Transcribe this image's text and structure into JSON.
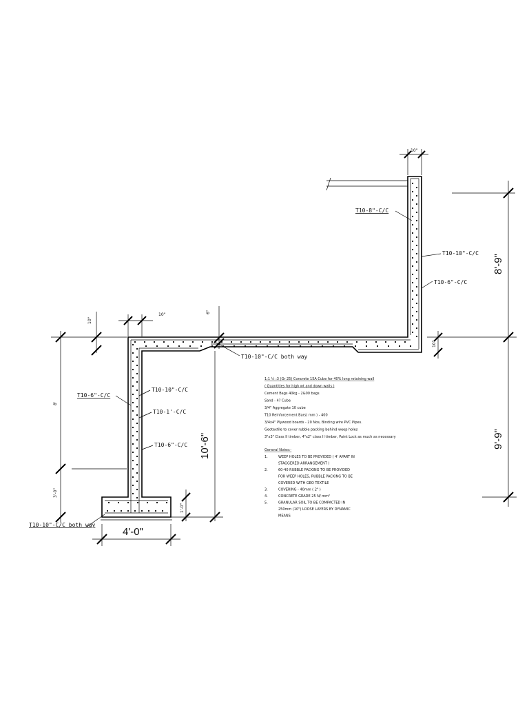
{
  "dimensions": {
    "top_thickness": "10\"",
    "upper_wall_height": "8'-9\"",
    "lower_wall_height": "9'-9\"",
    "base_slab_thickness": "10\"",
    "slab_step": "6\"",
    "stem_thickness": "10\"",
    "left_top_thickness": "10\"",
    "left_stem_height": "8'",
    "base_height": "3'-0\"",
    "stem_total": "10'-6\"",
    "footing_thickness": "1'-0\"",
    "footing_width": "4'-0\""
  },
  "rebar_labels": {
    "upper_inner": "T10-8\"-C/C",
    "upper_outer_1": "T10-10\"-C/C",
    "upper_outer_2": "T10-6\"-C/C",
    "slab": "T10-10\"-C/C both way",
    "left_outer": "T10-6\"-C/C",
    "stem_1": "T10-10\"-C/C",
    "stem_2": "T10-1'-C/C",
    "stem_3": "T10-6\"-C/C",
    "footing": "T10-10\"-C/C both way"
  },
  "notes": {
    "spec_lines": [
      "1:1 ½ :3 (Gr 25) Concrete 15A Cube for 40% long retaining wall",
      "( Quantities for high wt and down walls )",
      "Cement Bags 40kg - 2&00 bags",
      "Sand - 4? Cube",
      "3/4\" Aggregate 10 cube",
      "T10 Reinforcement Bars( mm ) - 400",
      "3/4x4\" Plywood boards - 20 Nos, Binding wire PVC Pipes.",
      "Geotextile to cover rubble packing behind weep holes",
      "3\"x3\" Class II timber, 4\"x2\" class II timber, Paint Lock as much as necessary"
    ],
    "general_title": "General Notes:-",
    "general_items": [
      {
        "num": "1.",
        "lines": [
          "WEEP HOLES TO BE PROVIDED ( 4' APART IN",
          "STAGGERED ARRANGEMENT )"
        ]
      },
      {
        "num": "2.",
        "lines": [
          "60-40 RUBBLE PACKING TO BE PROVIDED",
          "FOR WEEP HOLES, RUBBLE PACKING TO BE",
          "COVERED WITH GEO TEXTILE"
        ]
      },
      {
        "num": "3.",
        "lines": [
          "COVERING - 40mm ( 2\" )"
        ]
      },
      {
        "num": "4.",
        "lines": [
          "CONCRETE GRADE 25 N/ mm²"
        ]
      },
      {
        "num": "5.",
        "lines": [
          "GRANULAR SOIL TO BE COMPACTED IN",
          "250mm (10\") LOOSE LAYERS BY DYNAMIC",
          "MEANS"
        ]
      }
    ]
  }
}
